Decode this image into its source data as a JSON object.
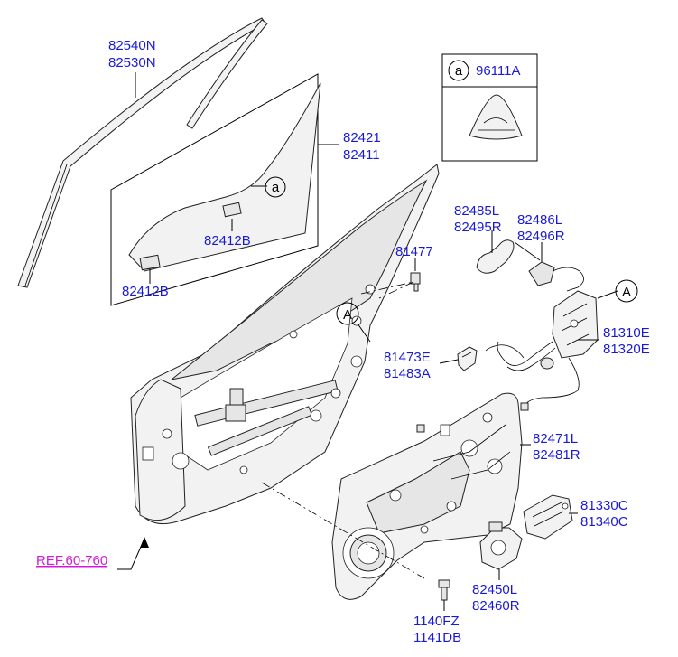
{
  "diagram": {
    "parts": {
      "run_channel": [
        "82540N",
        "82530N"
      ],
      "glass": [
        "82421",
        "82411"
      ],
      "glass_clip_upper": "82412B",
      "glass_clip_lower": "82412B",
      "label_set": "96111A",
      "outside_handle": [
        "82485L",
        "82495R"
      ],
      "handle_base": [
        "82486L",
        "82496R"
      ],
      "bolt": "81477",
      "latch": [
        "81310E",
        "81320E"
      ],
      "striker_cover": [
        "81473E",
        "81483A"
      ],
      "module_panel": [
        "82471L",
        "82481R"
      ],
      "actuator": [
        "81330C",
        "81340C"
      ],
      "regulator_motor": [
        "82450L",
        "82460R"
      ],
      "screw": [
        "1140FZ",
        "1141DB"
      ]
    },
    "callouts": {
      "a_letter": "a",
      "A_letter": "A"
    },
    "reference": "REF.60-760",
    "colors": {
      "label": "#1a1ad6",
      "reference": "#d21ad6",
      "lines": "#000000"
    }
  }
}
